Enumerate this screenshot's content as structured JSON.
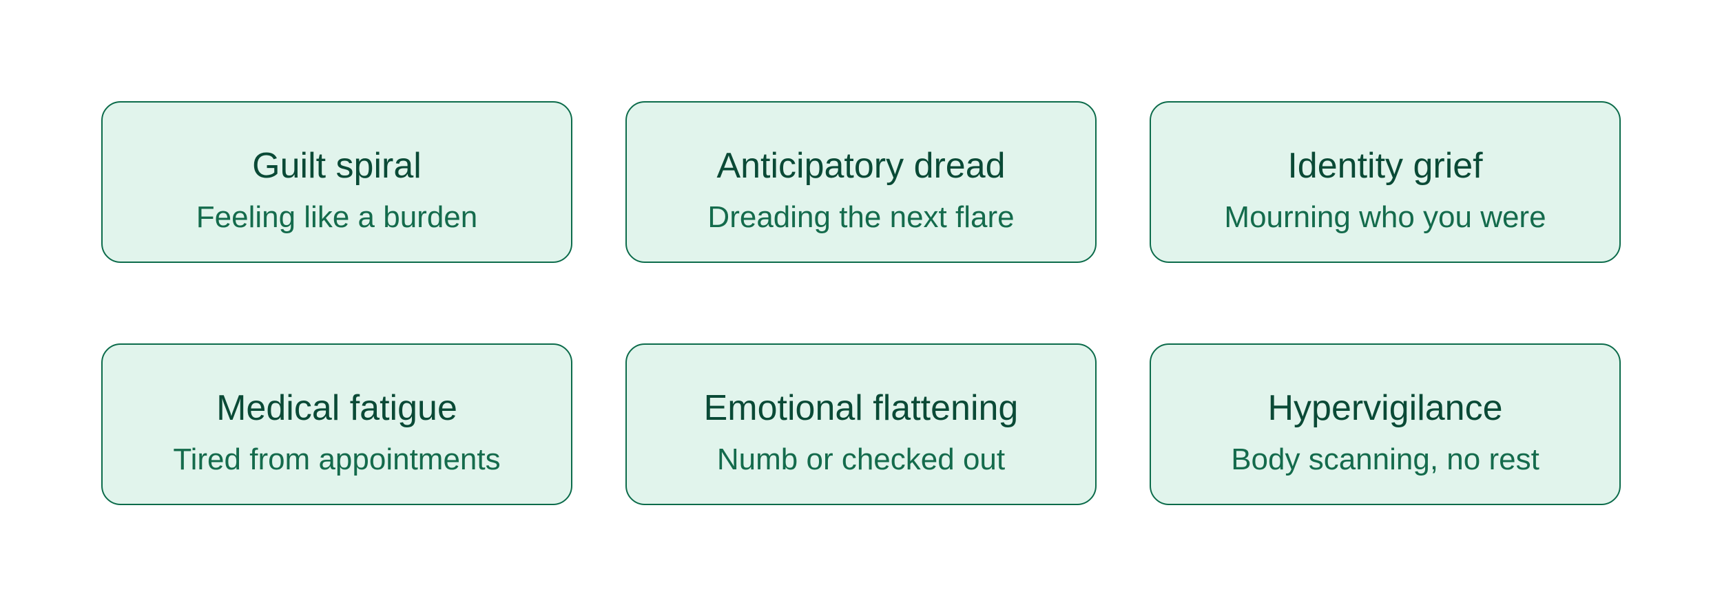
{
  "cards": [
    {
      "title": "Guilt spiral",
      "subtitle": "Feeling like a burden"
    },
    {
      "title": "Anticipatory dread",
      "subtitle": "Dreading the next flare"
    },
    {
      "title": "Identity grief",
      "subtitle": "Mourning who you were"
    },
    {
      "title": "Medical fatigue",
      "subtitle": "Tired from appointments"
    },
    {
      "title": "Emotional flattening",
      "subtitle": "Numb or checked out"
    },
    {
      "title": "Hypervigilance",
      "subtitle": "Body scanning, no rest"
    }
  ],
  "colors": {
    "card_fill": "#e1f4ec",
    "card_border": "#0b6b4a",
    "title_text": "#0a4a36",
    "subtitle_text": "#146b4c"
  }
}
